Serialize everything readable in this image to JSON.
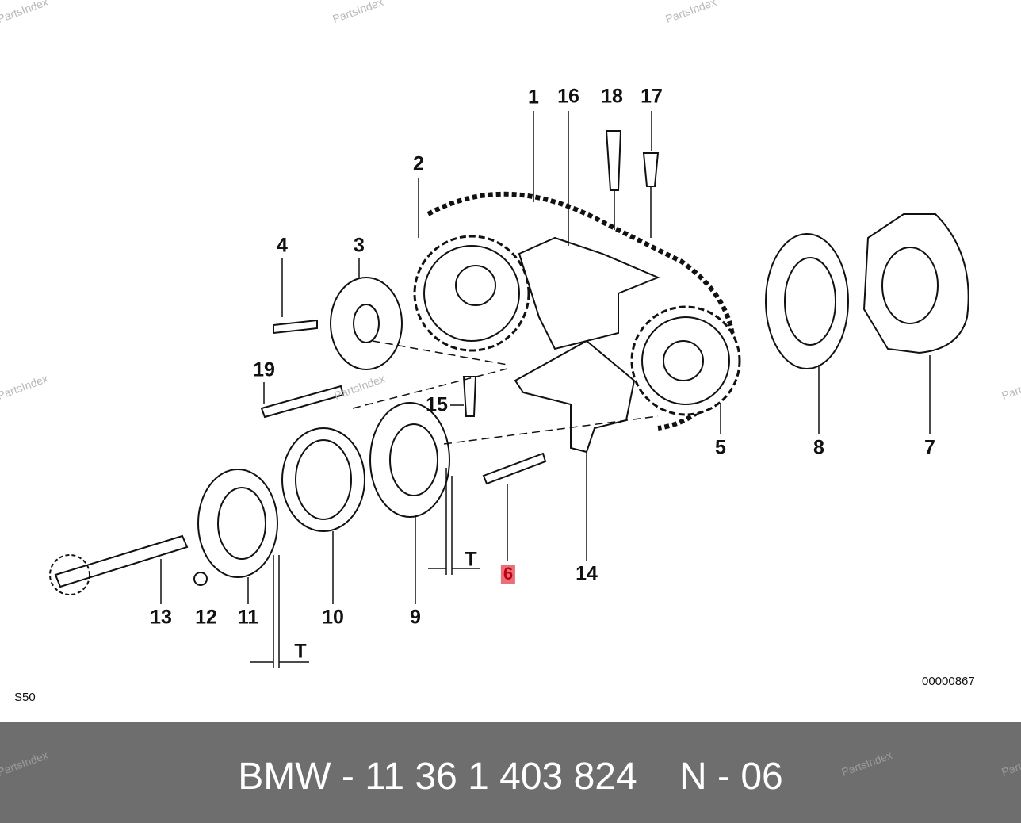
{
  "watermark": "PartsIndex",
  "callouts": {
    "c1": "1",
    "c16": "16",
    "c18": "18",
    "c17": "17",
    "c2": "2",
    "c4": "4",
    "c3": "3",
    "c19": "19",
    "c15": "15",
    "c5": "5",
    "c8": "8",
    "c7": "7",
    "c6": "6",
    "c14": "14",
    "c9": "9",
    "c13": "13",
    "c12": "12",
    "c11": "11",
    "c10": "10",
    "t1": "T",
    "t2": "T"
  },
  "highlighted_part": "6",
  "model_code": "S50",
  "diagram_number": "00000867",
  "footer": {
    "title": "BMW - 11 36 1 403 824    N - 06"
  },
  "colors": {
    "highlight": "#e8707a",
    "footer_bg": "#6e6e6e"
  }
}
